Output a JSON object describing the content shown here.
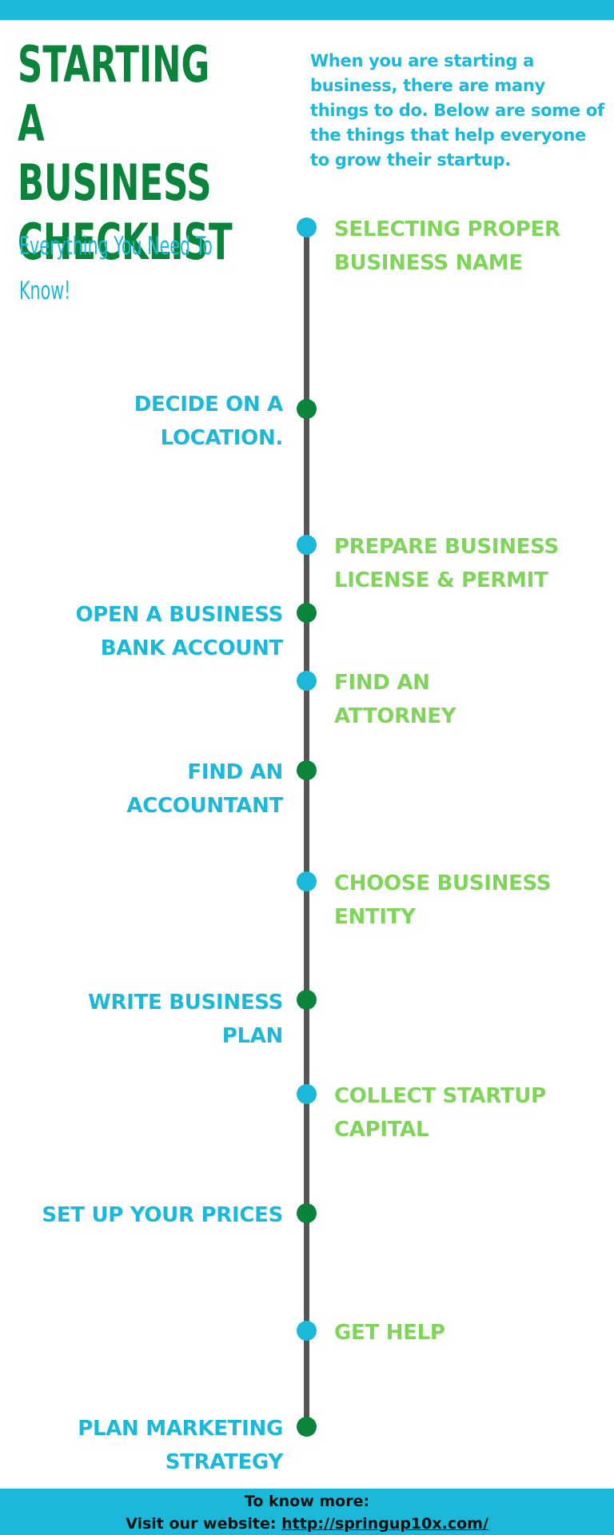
{
  "colors": {
    "teal": "#1cb8d9",
    "dark_green": "#0a843a",
    "light_green": "#7fd45a",
    "timeline": "#555555",
    "text_dark": "#111111"
  },
  "header": {
    "title": "STARTING A\nBUSINESS\nCHECKLIST",
    "subtitle": "Everything You Need To\nKnow!",
    "intro": "When you are starting a business, there are many things to do. Below are some of the things that help everyone to grow their startup."
  },
  "steps": [
    {
      "label": "SELECTING PROPER\nBUSINESS NAME",
      "side": "right",
      "dot_color": "teal"
    },
    {
      "label": "DECIDE ON A\nLOCATION.",
      "side": "left",
      "dot_color": "dark_green"
    },
    {
      "label": "PREPARE BUSINESS\nLICENSE & PERMIT",
      "side": "right",
      "dot_color": "teal"
    },
    {
      "label": "OPEN A BUSINESS\nBANK ACCOUNT",
      "side": "left",
      "dot_color": "dark_green"
    },
    {
      "label": "FIND AN\nATTORNEY",
      "side": "right",
      "dot_color": "teal"
    },
    {
      "label": "FIND AN\nACCOUNTANT",
      "side": "left",
      "dot_color": "dark_green"
    },
    {
      "label": "CHOOSE BUSINESS\nENTITY",
      "side": "right",
      "dot_color": "teal"
    },
    {
      "label": "WRITE BUSINESS\nPLAN",
      "side": "left",
      "dot_color": "dark_green"
    },
    {
      "label": "COLLECT STARTUP\nCAPITAL",
      "side": "right",
      "dot_color": "teal"
    },
    {
      "label": "SET UP YOUR PRICES",
      "side": "left",
      "dot_color": "dark_green"
    },
    {
      "label": "GET HELP",
      "side": "right",
      "dot_color": "teal"
    },
    {
      "label": "PLAN MARKETING\nSTRATEGY",
      "side": "left",
      "dot_color": "dark_green"
    }
  ],
  "footer": {
    "line1": "To know more:",
    "line2_prefix": "Visit our website: ",
    "link": "http://springup10x.com/"
  }
}
